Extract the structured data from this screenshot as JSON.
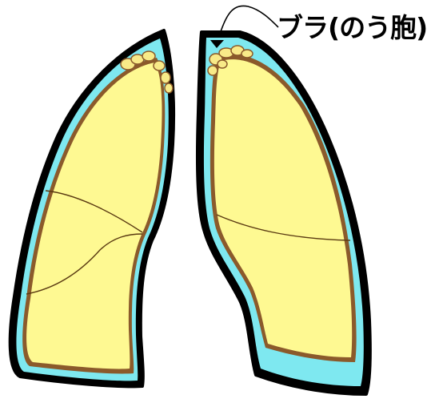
{
  "callout": {
    "label": "ブラ(のう胞)"
  },
  "colors": {
    "lung_fill": "#fef992",
    "pleura": "#7ee8f0",
    "outline": "#000000",
    "inner_border": "#8b5a2b",
    "bulla_fill": "#f8ea88",
    "fissure": "#5a3a12"
  },
  "parts": {
    "left_in_image": "right-lung",
    "right_in_image": "left-lung",
    "bulla_location": "apex"
  }
}
